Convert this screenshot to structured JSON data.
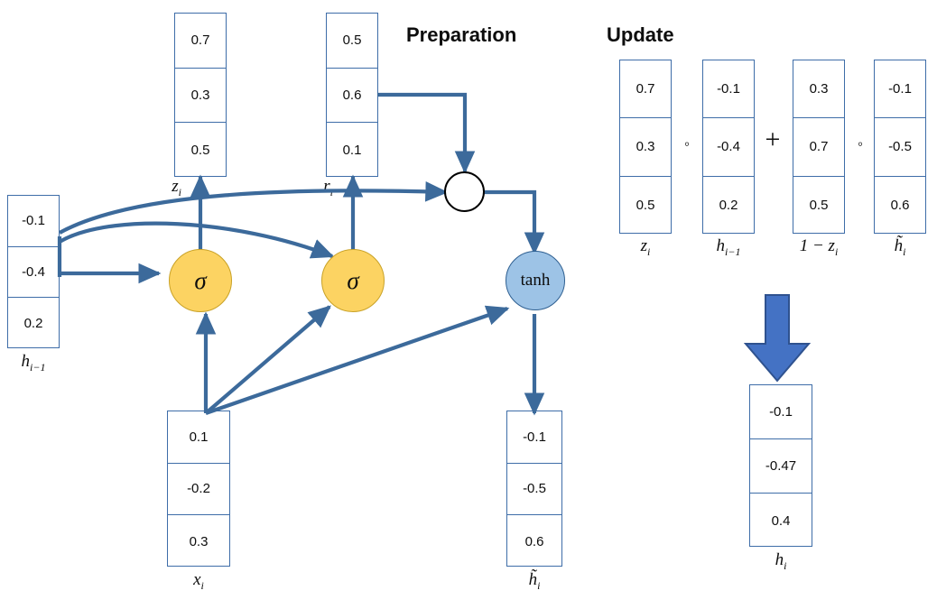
{
  "headings": {
    "preparation": "Preparation",
    "update": "Update"
  },
  "colors": {
    "box_border": "#3E6DA8",
    "wire": "#3C6A9B",
    "sigma_fill": "#FCD362",
    "sigma_border": "#C9A227",
    "tanh_fill": "#9DC3E6",
    "tanh_border": "#2E5F91",
    "hadamard_border": "#000000",
    "block_arrow_fill": "#4472C4",
    "block_arrow_border": "#2F528F",
    "text": "#0D0D0D"
  },
  "preparation": {
    "h_prev": {
      "label": "h",
      "sub": "i−1",
      "values": [
        "-0.1",
        "-0.4",
        "0.2"
      ]
    },
    "z": {
      "label": "z",
      "sub": "i",
      "values": [
        "0.7",
        "0.3",
        "0.5"
      ]
    },
    "r": {
      "label": "r",
      "sub": "i",
      "values": [
        "0.5",
        "0.6",
        "0.1"
      ]
    },
    "x": {
      "label": "x",
      "sub": "i",
      "values": [
        "0.1",
        "-0.2",
        "0.3"
      ]
    },
    "h_tilde": {
      "label": "h̃",
      "sub": "i",
      "values": [
        "-0.1",
        "-0.5",
        "0.6"
      ]
    },
    "gates": {
      "sigma_z": "σ",
      "sigma_r": "σ",
      "tanh": "tanh",
      "hadamard": ""
    }
  },
  "update": {
    "operands": [
      {
        "label": "z",
        "sub": "i",
        "prefix": "",
        "values": [
          "0.7",
          "0.3",
          "0.5"
        ]
      },
      {
        "label": "h",
        "sub": "i−1",
        "prefix": "",
        "values": [
          "-0.1",
          "-0.4",
          "0.2"
        ]
      },
      {
        "label": "1 − z",
        "sub": "i",
        "prefix": "",
        "values": [
          "0.3",
          "0.7",
          "0.5"
        ]
      },
      {
        "label": "h̃",
        "sub": "i",
        "prefix": "",
        "values": [
          "-0.1",
          "-0.5",
          "0.6"
        ]
      }
    ],
    "operators": [
      "◦",
      "+",
      "◦"
    ],
    "result": {
      "label": "h",
      "sub": "i",
      "values": [
        "-0.1",
        "-0.47",
        "0.4"
      ]
    }
  },
  "chart_data": {
    "type": "diagram",
    "title": "GRU cell computation example",
    "sections": [
      "Preparation",
      "Update"
    ],
    "vectors": {
      "h_prev": [
        -0.1,
        -0.4,
        0.2
      ],
      "x_i": [
        0.1,
        -0.2,
        0.3
      ],
      "z_i": [
        0.7,
        0.3,
        0.5
      ],
      "r_i": [
        0.5,
        0.6,
        0.1
      ],
      "h_tilde_i": [
        -0.1,
        -0.5,
        0.6
      ],
      "one_minus_z_i": [
        0.3,
        0.7,
        0.5
      ],
      "h_i": [
        -0.1,
        -0.47,
        0.4
      ]
    },
    "equation": "h_i = z_i ∘ h_{i-1} + (1 - z_i) ∘ h̃_i"
  }
}
